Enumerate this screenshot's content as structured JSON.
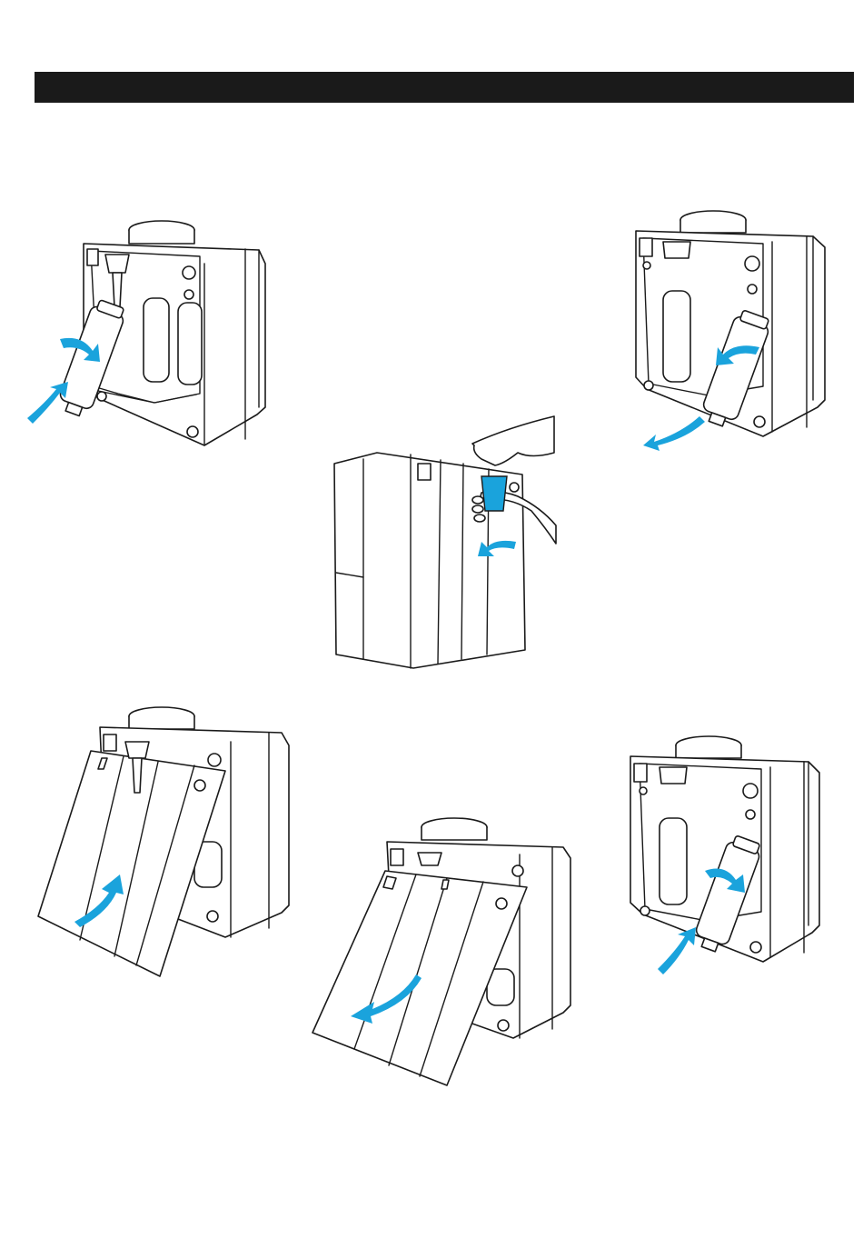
{
  "page": {
    "header_bar": {
      "color": "#1a1a1a",
      "text": ""
    },
    "accent_color": "#1aa3dc",
    "illustrations": [
      {
        "id": "step-remove-filter-left",
        "icon": "remove-filter-illustration"
      },
      {
        "id": "step-rinse-cup",
        "icon": "hand-filling-cup-illustration"
      },
      {
        "id": "step-insert-filter-right",
        "icon": "insert-filter-illustration"
      },
      {
        "id": "step-close-cover",
        "icon": "close-cover-illustration"
      },
      {
        "id": "step-open-cover",
        "icon": "open-cover-illustration"
      },
      {
        "id": "step-twist-filter",
        "icon": "twist-filter-illustration"
      }
    ]
  }
}
